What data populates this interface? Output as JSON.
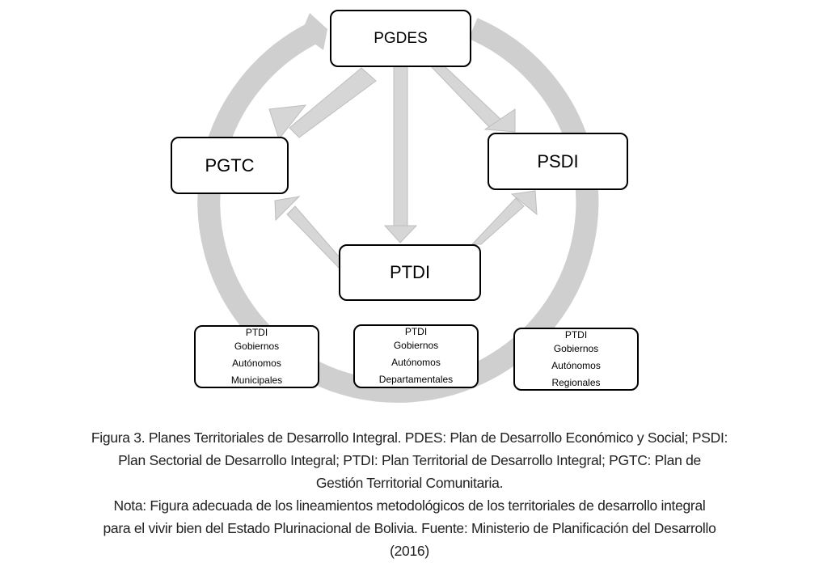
{
  "diagram": {
    "nodes": {
      "top": "PGDES",
      "left": "PGTC",
      "right": "PSDI",
      "center": "PTDI"
    },
    "sub_boxes": [
      {
        "lines": [
          "PTDI",
          "Gobiernos",
          "Autónomos",
          "Municipales"
        ]
      },
      {
        "lines": [
          "PTDI",
          "Gobiernos",
          "Autónomos",
          "Departamentales"
        ]
      },
      {
        "lines": [
          "PTDI",
          "Gobiernos",
          "Autónomos",
          "Regionales"
        ]
      }
    ],
    "colors": {
      "arrow_fill": "#cfcfcf",
      "arrow_stroke": "#bdbdbd",
      "box_border": "#000000"
    }
  },
  "caption": {
    "line1": "Figura 3. Planes Territoriales de Desarrollo Integral. PDES: Plan de Desarrollo Económico y Social; PSDI:",
    "line2": "Plan Sectorial de Desarrollo Integral; PTDI: Plan Territorial de Desarrollo Integral; PGTC: Plan de",
    "line3": "Gestión Territorial Comunitaria.",
    "line4": "Nota: Figura adecuada de los lineamientos metodológicos de los territoriales de desarrollo integral",
    "line5": "para el vivir bien del Estado Plurinacional de Bolivia. Fuente: Ministerio de Planificación del Desarrollo",
    "line6": "(2016)"
  }
}
